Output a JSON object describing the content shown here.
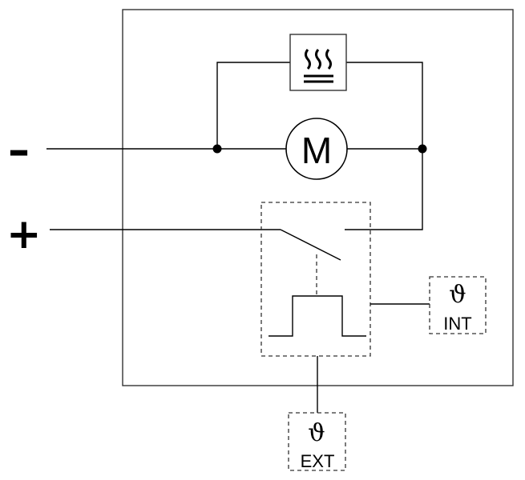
{
  "terminals": {
    "negative": "–",
    "positive": "+"
  },
  "motor": {
    "symbol": "M"
  },
  "heater": {
    "icon": "heater-icon"
  },
  "sensors": {
    "internal": {
      "symbol": "ϑ",
      "label": "INT"
    },
    "external": {
      "symbol": "ϑ",
      "label": "EXT"
    }
  }
}
